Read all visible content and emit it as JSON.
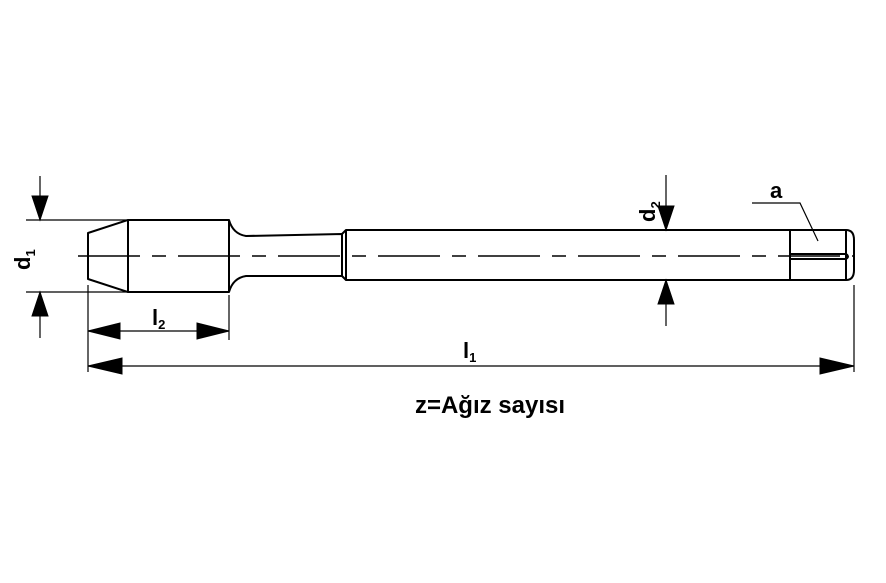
{
  "labels": {
    "d1_main": "d",
    "d1_sub": "1",
    "d2_main": "d",
    "d2_sub": "2",
    "l1_main": "l",
    "l1_sub": "1",
    "l2_main": "l",
    "l2_sub": "2",
    "a": "a"
  },
  "caption": "z=Ağız sayısı",
  "colors": {
    "line": "#000000",
    "background": "#ffffff"
  }
}
